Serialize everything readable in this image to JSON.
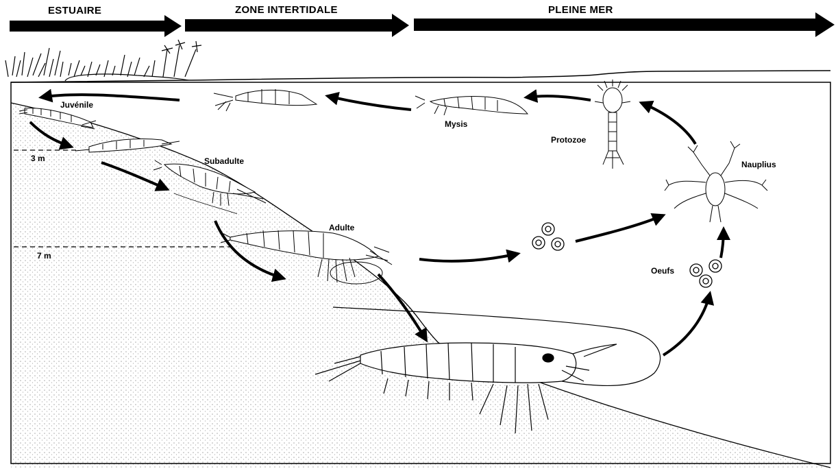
{
  "zones": {
    "estuary": "ESTUAIRE",
    "intertidal": "ZONE INTERTIDALE",
    "open_sea": "PLEINE MER"
  },
  "stages": {
    "juvenile": "Juvénile",
    "subadult": "Subadulte",
    "adult": "Adulte",
    "mysis": "Mysis",
    "protozoea": "Protozoe",
    "nauplius": "Nauplius",
    "eggs": "Oeufs"
  },
  "depths": {
    "d3": "3 m",
    "d7": "7 m"
  }
}
